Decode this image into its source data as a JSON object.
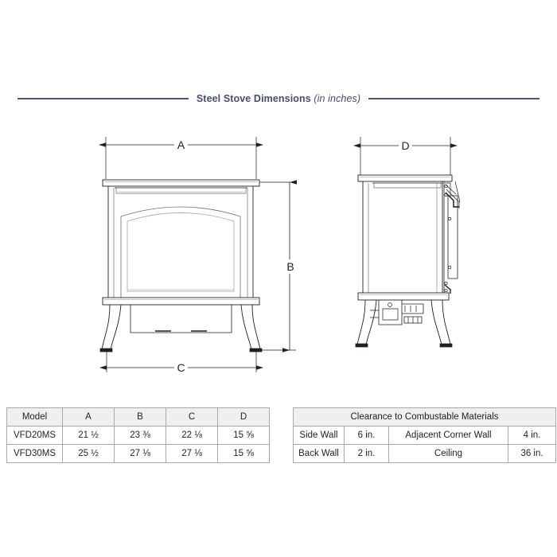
{
  "page": {
    "background_color": "#ffffff",
    "accent_color": "#4e5474",
    "line_color": "#231f20"
  },
  "header": {
    "title_main": "Steel Stove Dimensions",
    "title_sub": "(in inches)"
  },
  "drawing": {
    "front_view": {
      "dimension_labels": {
        "width_top": "A",
        "height_right": "B",
        "width_bottom": "C"
      }
    },
    "side_view": {
      "dimension_labels": {
        "depth_top": "D"
      }
    }
  },
  "tables": {
    "dimensions": {
      "headers": [
        "Model",
        "A",
        "B",
        "C",
        "D"
      ],
      "rows": [
        [
          "VFD20MS",
          "21 ½",
          "23 ⅜",
          "22 ⅛",
          "15 ⅝"
        ],
        [
          "VFD30MS",
          "25 ½",
          "27 ⅛",
          "27 ⅛",
          "15 ⅝"
        ]
      ]
    },
    "clearance": {
      "title": "Clearance to Combustable Materials",
      "rows": [
        [
          "Side Wall",
          "6 in.",
          "Adjacent Corner Wall",
          "4 in."
        ],
        [
          "Back Wall",
          "2 in.",
          "Ceiling",
          "36 in."
        ]
      ]
    }
  }
}
